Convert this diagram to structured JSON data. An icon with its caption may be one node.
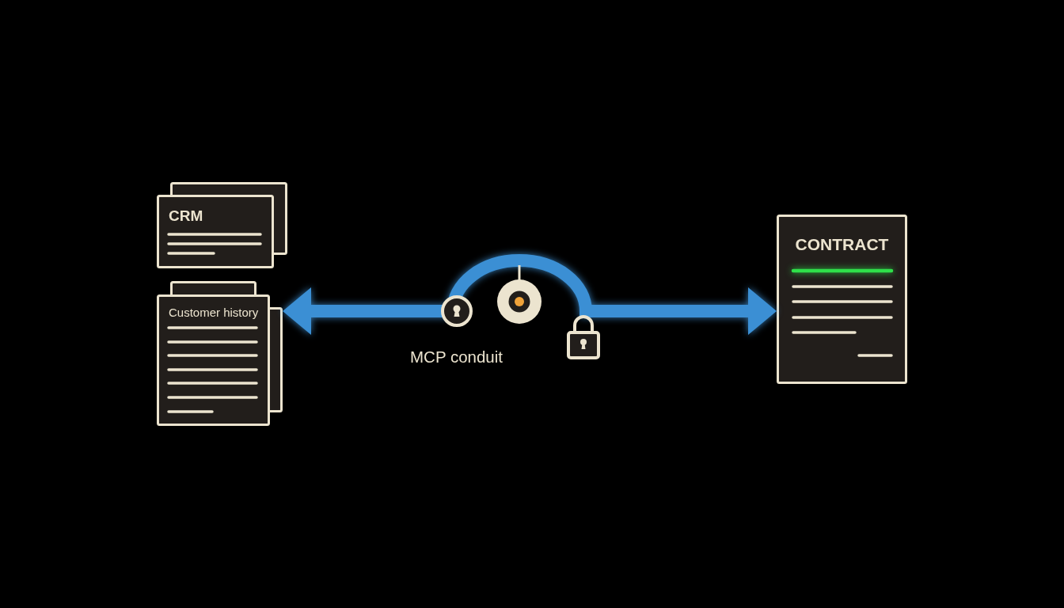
{
  "diagram": {
    "nodes": [
      {
        "text": [
          "CRM"
        ]
      },
      {
        "text": [
          "Customer history"
        ]
      },
      {
        "text": [
          "CONTRACT"
        ]
      }
    ],
    "edges": [
      {
        "from": 1,
        "to": 2,
        "arrow": "both",
        "label": "MCP conduit"
      }
    ]
  }
}
